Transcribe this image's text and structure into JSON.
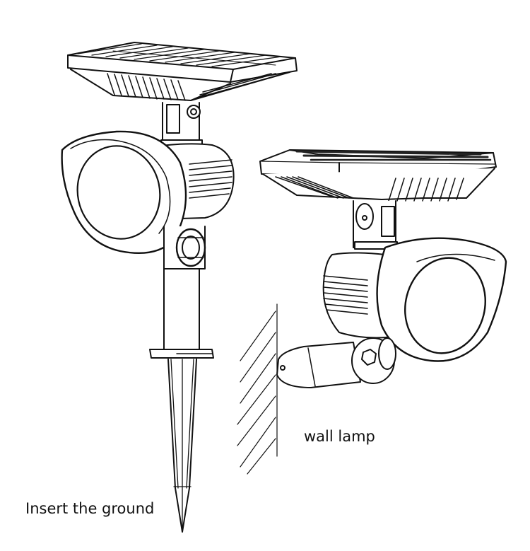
{
  "figure": {
    "description": "Solar spotlight installation illustration",
    "background": "#ffffff",
    "line_color": "#111111"
  },
  "labels": {
    "ground": "Insert the ground",
    "wall": "wall lamp"
  },
  "items": [
    {
      "name": "ground-stake-lamp",
      "parts": [
        "solar-panel",
        "hinge-bracket",
        "lamp-head",
        "adjust-knob",
        "stake-pole",
        "ground-spike"
      ]
    },
    {
      "name": "wall-mounted-lamp",
      "parts": [
        "solar-panel",
        "hinge-bracket",
        "lamp-head",
        "wall-bracket",
        "wall-hatch"
      ]
    }
  ]
}
